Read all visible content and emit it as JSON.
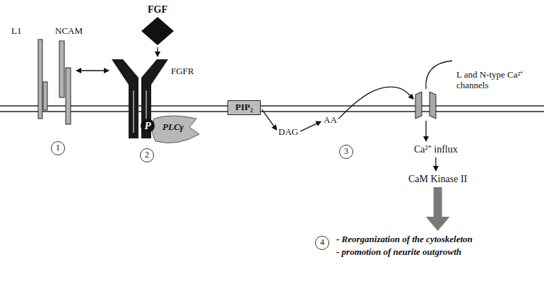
{
  "diagram": {
    "nodes": [
      {
        "text": [
          "L1"
        ]
      },
      {
        "text": [
          "NCAM"
        ]
      },
      {
        "text": [
          "FGF"
        ]
      },
      {
        "text": [
          "FGFR"
        ]
      },
      {
        "text": [
          "PLCγ"
        ]
      },
      {
        "text": [
          "PIP₂"
        ]
      },
      {
        "text": [
          "DAG"
        ]
      },
      {
        "text": [
          "AA"
        ]
      },
      {
        "text": [
          "L and N-type Ca²⁺ channels"
        ]
      },
      {
        "text": [
          "Ca²⁺ influx"
        ]
      },
      {
        "text": [
          "CaM Kinase II"
        ]
      },
      {
        "text": [
          "- Reorganization of the cytoskeleton",
          "- promotion of neurite outgrowth"
        ]
      }
    ],
    "edges": [
      {
        "from": 1,
        "to": 3,
        "arrow": "both"
      },
      {
        "from": 2,
        "to": 3,
        "arrow": "to"
      },
      {
        "from": 5,
        "to": 6,
        "arrow": "to"
      },
      {
        "from": 6,
        "to": 7,
        "arrow": "to"
      },
      {
        "from": 7,
        "to": 8,
        "arrow": "to"
      },
      {
        "from": 8,
        "to": 9,
        "arrow": "to"
      },
      {
        "from": 9,
        "to": 10,
        "arrow": "to"
      },
      {
        "from": 10,
        "to": 11,
        "arrow": "to"
      }
    ],
    "labels": [
      "1",
      "2",
      "P",
      "3",
      "4"
    ]
  }
}
